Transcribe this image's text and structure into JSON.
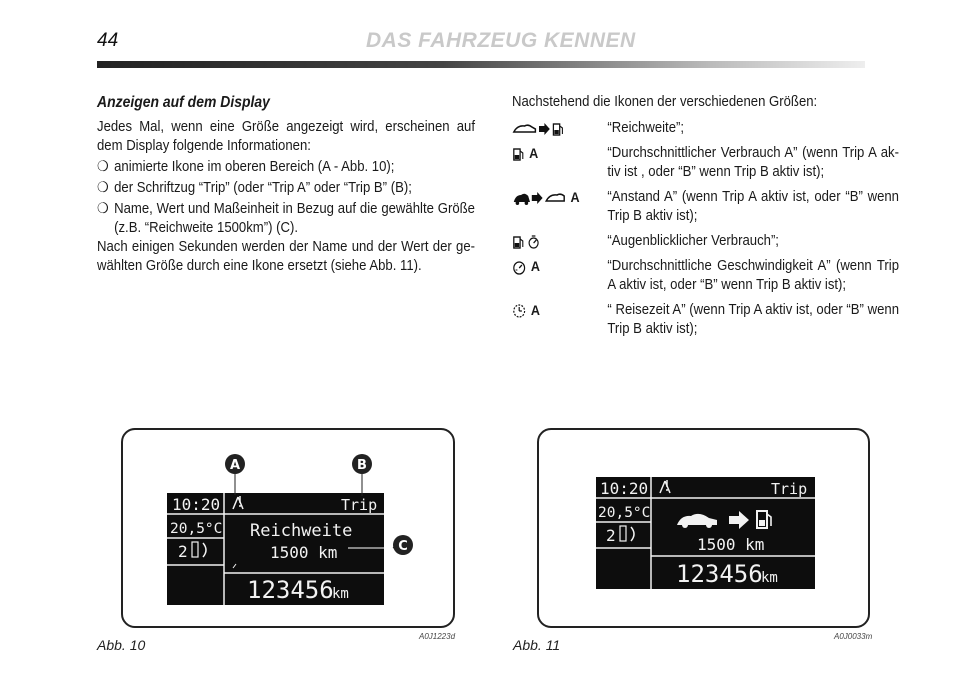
{
  "header": {
    "page_number": "44",
    "title": "DAS FAHRZEUG KENNEN"
  },
  "left": {
    "heading": "Anzeigen auf dem Display",
    "intro": "Jedes Mal, wenn eine Größe angezeigt wird, erscheinen auf dem Display folgende Informationen:",
    "bullets": [
      "animierte Ikone im oberen Bereich (A - Abb. 10);",
      "der Schriftzug “Trip” (oder “Trip A” oder “Trip B” (B);",
      "Name, Wert und Maßeinheit in Bezug auf die gewählte Größe (z.B. “Reichweite 1500km”) (C)."
    ],
    "outro": "Nach einigen Sekunden werden der Name und der Wert der ge-wählten Größe durch eine Ikone ersetzt (siehe Abb. 11)."
  },
  "right": {
    "intro": "Nachstehend die Ikonen der verschiedenen Größen:",
    "rows": [
      {
        "icon": "range-icon",
        "letter": "",
        "text": "“Reichweite”;"
      },
      {
        "icon": "avg-consumption-icon",
        "letter": "A",
        "text": "“Durchschnittlicher Verbrauch A” (wenn Trip A ak-tiv ist , oder “B” wenn Trip B aktiv ist);"
      },
      {
        "icon": "distance-icon",
        "letter": "A",
        "text": "“Anstand A” (wenn Trip A aktiv ist, oder “B” wenn Trip B aktiv ist);"
      },
      {
        "icon": "instant-consumption-icon",
        "letter": "",
        "text": "“Augenblicklicher Verbrauch”;"
      },
      {
        "icon": "avg-speed-icon",
        "letter": "A",
        "text": "“Durchschnittliche Geschwindigkeit A” (wenn Trip A aktiv ist, oder “B” wenn Trip B aktiv ist);"
      },
      {
        "icon": "travel-time-icon",
        "letter": "A",
        "text": "“ Reisezeit A” (wenn Trip A aktiv ist, oder “B” wenn Trip B aktiv ist);"
      }
    ]
  },
  "fig10": {
    "caption": "Abb. 10",
    "code": "A0J1223d",
    "callouts": {
      "a": "A",
      "b": "B",
      "c": "C"
    },
    "display": {
      "time": "10:20",
      "temp": "20,5°C",
      "gear": "2",
      "trip": "Trip",
      "name": "Reichweite",
      "value": "1500 km",
      "odometer": "123456",
      "odo_unit": "km"
    }
  },
  "fig11": {
    "caption": "Abb. 11",
    "code": "A0J0033m",
    "display": {
      "time": "10:20",
      "temp": "20,5°C",
      "gear": "2",
      "trip": "Trip",
      "value": "1500 km",
      "odometer": "123456",
      "odo_unit": "km"
    }
  },
  "colors": {
    "display_bg": "#0d0d0d",
    "display_text": "#f2f2f2",
    "callout_bg": "#222222"
  }
}
